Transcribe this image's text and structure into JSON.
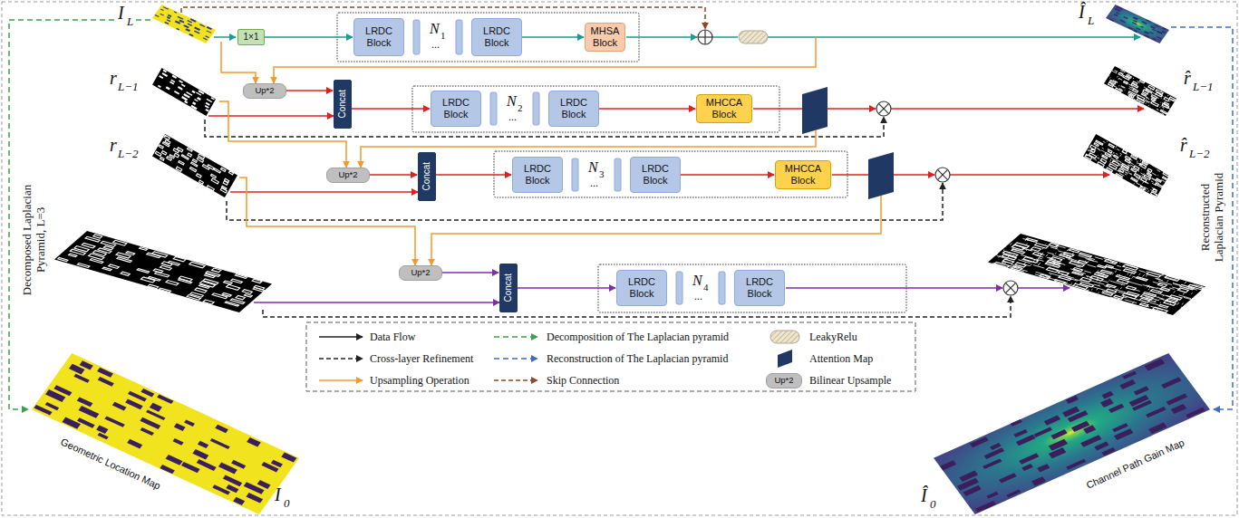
{
  "diagram": {
    "nodes": [
      {
        "text": [
          "1×1"
        ]
      },
      {
        "text": [
          "LRDC Block"
        ]
      },
      {
        "text": [
          "LRDC Block"
        ]
      },
      {
        "text": [
          "MHSA Block"
        ]
      },
      {
        "text": [
          "Up*2"
        ]
      },
      {
        "text": [
          "Concat"
        ]
      },
      {
        "text": [
          "LRDC Block"
        ]
      },
      {
        "text": [
          "LRDC Block"
        ]
      },
      {
        "text": [
          "MHCCA Block"
        ]
      },
      {
        "text": [
          "Up*2"
        ]
      },
      {
        "text": [
          "Concat"
        ]
      },
      {
        "text": [
          "LRDC Block"
        ]
      },
      {
        "text": [
          "LRDC Block"
        ]
      },
      {
        "text": [
          "MHCCA Block"
        ]
      },
      {
        "text": [
          "Up*2"
        ]
      },
      {
        "text": [
          "Concat"
        ]
      },
      {
        "text": [
          "LRDC Block"
        ]
      },
      {
        "text": [
          "LRDC Block"
        ]
      },
      {
        "text": [
          "Up*2"
        ]
      }
    ],
    "edges": [
      {
        "from": 0,
        "to": 1,
        "arrow": "to"
      },
      {
        "from": 2,
        "to": 3,
        "arrow": "to"
      },
      {
        "from": 4,
        "to": 5,
        "arrow": "to"
      },
      {
        "from": 5,
        "to": 6,
        "arrow": "to"
      },
      {
        "from": 7,
        "to": 8,
        "arrow": "to"
      },
      {
        "from": 9,
        "to": 10,
        "arrow": "to"
      },
      {
        "from": 10,
        "to": 11,
        "arrow": "to"
      },
      {
        "from": 12,
        "to": 13,
        "arrow": "to"
      },
      {
        "from": 14,
        "to": 15,
        "arrow": "to"
      },
      {
        "from": 15,
        "to": 16,
        "arrow": "to"
      }
    ],
    "labels": [
      "I",
      "L",
      "N",
      "1",
      "...",
      "Î",
      "L",
      "r",
      "L−1",
      "N",
      "2",
      "...",
      "r̂",
      "L−1",
      "r",
      "L−2",
      "N",
      "3",
      "...",
      "r̂",
      "L−2",
      "Decomposed Laplacian Pyramid, L=3",
      "Reconstructed Laplacian Pyramid",
      "N",
      "4",
      "...",
      "Geometric Location Map",
      "I",
      "0",
      "Î",
      "0",
      "Channel Path Gain Map"
    ],
    "legend": [
      {
        "text": "Data Flow"
      },
      {
        "text": "Decomposition of The Laplacian pyramid"
      },
      {
        "text": "LeakyRelu"
      },
      {
        "text": "Cross-layer Refinement"
      },
      {
        "text": "Reconstruction of The Laplacian pyramid"
      },
      {
        "text": "Attention Map"
      },
      {
        "text": "Upsampling Operation"
      },
      {
        "text": "Skip Connection"
      },
      {
        "text": "Bilinear Upsample"
      }
    ]
  }
}
